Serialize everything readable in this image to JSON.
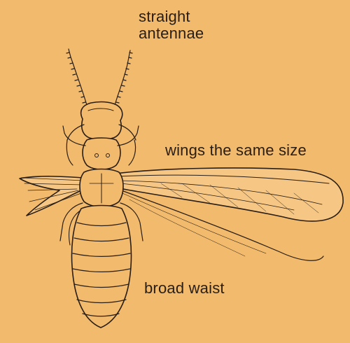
{
  "labels": {
    "antennae_line1": "straight",
    "antennae_line2": "antennae",
    "wings": "wings the same size",
    "waist": "broad waist"
  },
  "colors": {
    "background": "#f2ba6c",
    "ink": "#2a1e14",
    "wing_fill": "#f5c684"
  }
}
